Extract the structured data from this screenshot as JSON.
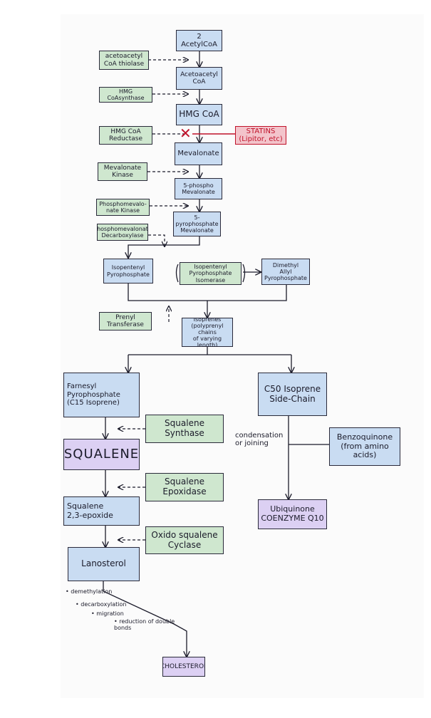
{
  "nodes": {
    "acetyl_coa": "2 AcetylCoA",
    "acetoacetyl_thiolase": "acetoacetyl\nCoA thiolase",
    "acetoacetyl_coa": "Acetoacetyl\nCoA",
    "hmg_coa_synthase": "HMG CoAsynthase",
    "hmg_coa": "HMG CoA",
    "hmg_coa_reductase": "HMG CoA\nReductase",
    "statins": "STATINS\n(Lipitor, etc)",
    "mevalonate": "Mevalonate",
    "mevalonate_kinase": "Mevalonate\nKinase",
    "phospho_mevalonate": "5-phospho\nMevalonate",
    "phosphomevalonate_kinase": "Phosphomevalo-\nnate Kinase",
    "pyrophosphate_mevalonate": "5-pyrophosphate\nMevalonate",
    "phosphomevalonate_decarboxylase": "Phosphomevalonate\nDecarboxylase",
    "isopentenyl_pp": "Isopentenyl\nPyrophosphate",
    "isomerase": "Isopentenyl\nPyrophosphate\nIsomerase",
    "dimethylallyl_pp": "Dimethyl\nAllyl\nPyrophosphate",
    "prenyl_transferase": "Prenyl\nTransferase",
    "isoprenes": "Isoprenes\n(polyprenyl chains\nof varying length)",
    "farnesyl_pp": "Farnesyl\nPyrophosphate\n(C15 Isoprene)",
    "c50_isoprene": "C50 Isoprene\nSide-Chain",
    "squalene_synthase": "Squalene\nSynthase",
    "squalene": "SQUALENE",
    "condensation": "condensation\nor joining",
    "benzoquinone": "Benzoquinone\n(from amino\nacids)",
    "squalene_epoxidase": "Squalene\nEpoxidase",
    "squalene_epoxide": "Squalene\n2,3-epoxide",
    "ubiquinone": "Ubiquinone\nCOENZYME Q10",
    "oxidosqualene_cyclase": "Oxido squalene\nCyclase",
    "lanosterol": "Lanosterol",
    "cholesterol": "CHOLESTEROL"
  },
  "notes": {
    "demethylation": "• demethylation",
    "decarboxylation": "• decarboxylation",
    "migration": "• migration",
    "reduction": "• reduction of double\nbonds"
  },
  "colors": {
    "product": "#c9dcf2",
    "enzyme": "#cfe7cf",
    "inhibitor": "#f3c4cb",
    "highlight": "#dcd0f3",
    "inhibitor_text": "#c0122a"
  }
}
